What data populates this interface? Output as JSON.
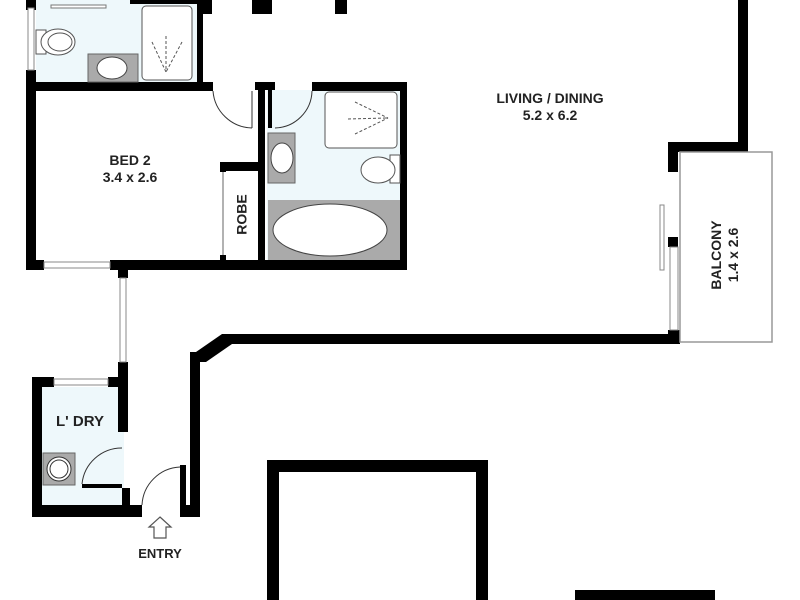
{
  "plan": {
    "colors": {
      "wall": "#000000",
      "wet_area_floor": "#eef8fb",
      "fixture_fill": "#ffffff",
      "vanity_fill": "#aaaaaa",
      "background": "#ffffff",
      "label_text": "#222222"
    },
    "rooms": [
      {
        "id": "living-dining",
        "name": "LIVING / DINING",
        "dims": "5.2 x 6.2"
      },
      {
        "id": "bed-2",
        "name": "BED 2",
        "dims": "3.4 x 2.6"
      },
      {
        "id": "balcony",
        "name": "BALCONY",
        "dims": "1.4 x 2.6"
      },
      {
        "id": "robe",
        "name": "ROBE"
      },
      {
        "id": "laundry",
        "name": "L' DRY"
      }
    ],
    "entry": {
      "label": "ENTRY",
      "icon": "up-arrow-icon"
    }
  }
}
